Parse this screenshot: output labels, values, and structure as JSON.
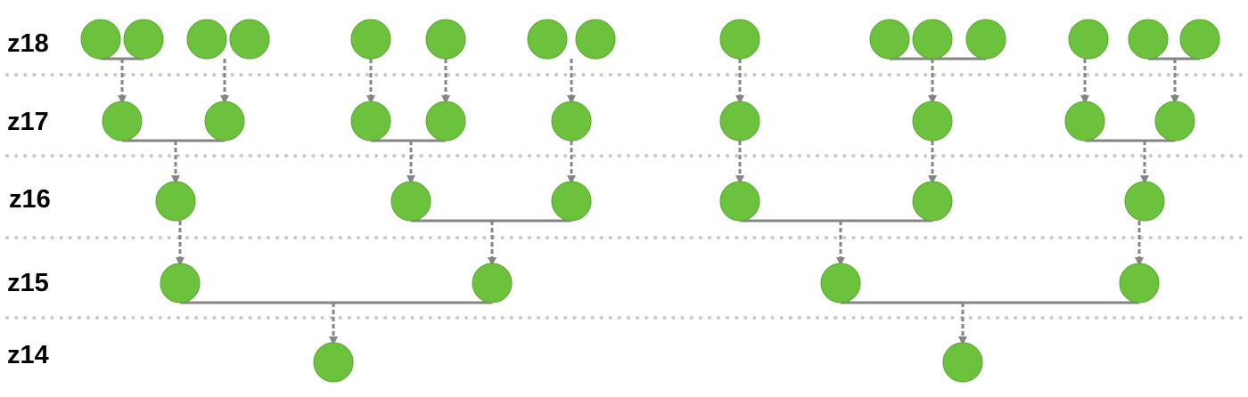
{
  "diagram": {
    "levels": [
      {
        "label": "z18"
      },
      {
        "label": "z17"
      },
      {
        "label": "z16"
      },
      {
        "label": "z15"
      },
      {
        "label": "z14"
      }
    ],
    "colors": {
      "node": "#6cc13d",
      "node_stroke": "#5aa832",
      "edge": "#858585",
      "separator": "#c9c9c9"
    },
    "node_shape": "circle",
    "edge_style": "merge-arrow",
    "separator_style": "dotted"
  }
}
